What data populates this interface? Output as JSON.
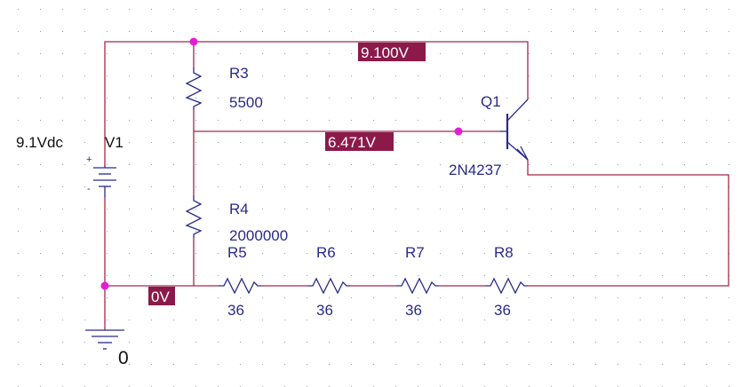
{
  "colors": {
    "wire": "#a12a4a",
    "component": "#2a2a8c",
    "junction": "#e21ed2",
    "voltage_label_bg": "#8b1a4a",
    "voltage_label_text": "#ffffff",
    "grid_dot": "#9a9a9a",
    "background": "#ffffff"
  },
  "source": {
    "name": "V1",
    "value": "9.1Vdc",
    "plus_sign": "+",
    "minus_sign": "-"
  },
  "resistors": [
    {
      "name": "R3",
      "value": "5500"
    },
    {
      "name": "R4",
      "value": "2000000"
    },
    {
      "name": "R5",
      "value": "36"
    },
    {
      "name": "R6",
      "value": "36"
    },
    {
      "name": "R7",
      "value": "36"
    },
    {
      "name": "R8",
      "value": "36"
    }
  ],
  "transistor": {
    "name": "Q1",
    "model": "2N4237"
  },
  "voltage_labels": [
    {
      "value": "9.100V"
    },
    {
      "value": "6.471V"
    },
    {
      "value": "0V"
    }
  ],
  "ground": {
    "net_label": "0"
  }
}
